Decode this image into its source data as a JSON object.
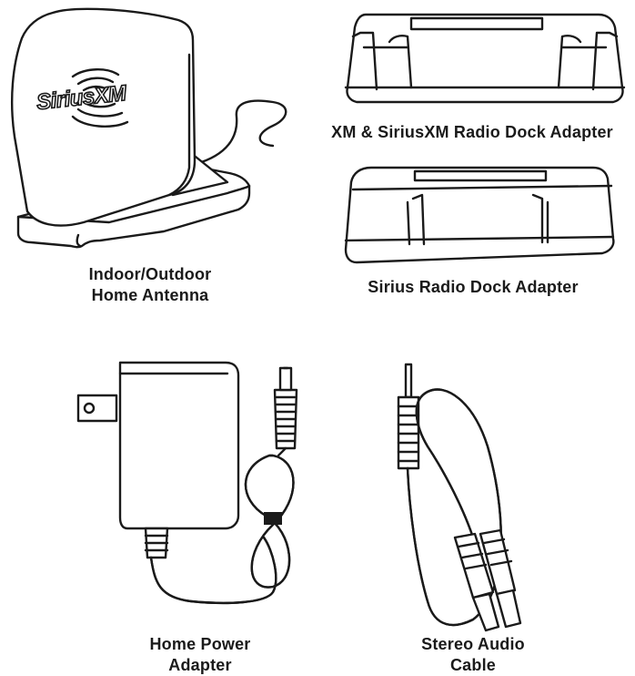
{
  "items": {
    "antenna": {
      "brand": "SiriusXM",
      "label_line1": "Indoor/Outdoor",
      "label_line2": "Home Antenna"
    },
    "xm_dock": {
      "label": "XM & SiriusXM Radio Dock Adapter"
    },
    "sirius_dock": {
      "label": "Sirius Radio Dock Adapter"
    },
    "power_adapter": {
      "label_line1": "Home Power",
      "label_line2": "Adapter"
    },
    "audio_cable": {
      "label_line1": "Stereo Audio",
      "label_line2": "Cable"
    }
  }
}
